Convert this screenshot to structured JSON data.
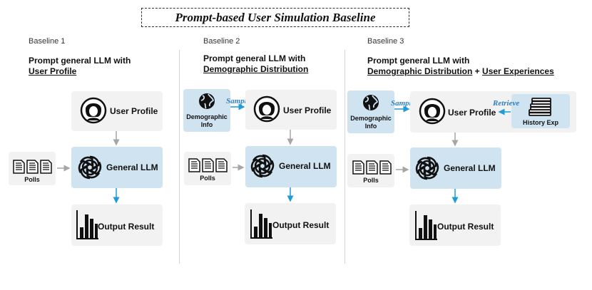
{
  "title": "Prompt-based User Simulation Baseline",
  "baselines": [
    {
      "label": "Baseline 1",
      "heading_line1": "Prompt general LLM with",
      "heading_line2_parts": [
        "User Profile"
      ],
      "user_profile": "User Profile",
      "llm": "General LLM",
      "polls": "Polls",
      "output": "Output Result"
    },
    {
      "label": "Baseline 2",
      "heading_line1": "Prompt general LLM with",
      "heading_line2_parts": [
        "Demographic Distribution"
      ],
      "demographic_info": "Demographic Info",
      "sample": "Sample",
      "user_profile": "User Profile",
      "llm": "General LLM",
      "polls": "Polls",
      "output": "Output Result"
    },
    {
      "label": "Baseline 3",
      "heading_line1": "Prompt general LLM with",
      "heading_line2_parts": [
        "Demographic Distribution",
        " + ",
        "User Experiences"
      ],
      "demographic_info": "Demographic Info",
      "sample": "Sample",
      "retrieve": "Retrieve",
      "history_exp": "History Exp",
      "user_profile": "User Profile",
      "llm": "General LLM",
      "polls": "Polls",
      "output": "Output Result"
    }
  ],
  "colors": {
    "box_gray": "#f2f2f2",
    "box_blue": "#cfe3f1",
    "arrow_gray": "#a6a6a6",
    "arrow_blue": "#1f9bd7",
    "accent_text": "#2f7fc1"
  }
}
